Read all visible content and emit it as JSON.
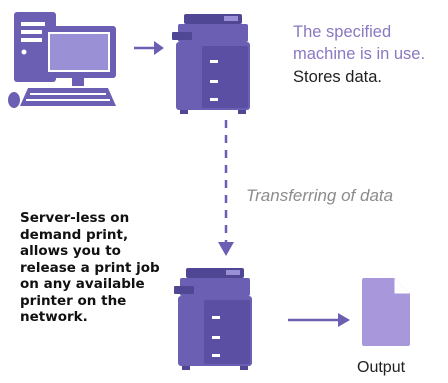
{
  "top_machine": {
    "status_text": "The specified machine is in use.",
    "storage_text": "Stores data."
  },
  "transfer": {
    "label": "Transferring of data"
  },
  "description": {
    "text": "Server-less on demand print, allows you to release a print job on any available printer on the network."
  },
  "output": {
    "label": "Output"
  },
  "colors": {
    "icon_main": "#6b5fb3",
    "icon_dark": "#4f4694",
    "icon_light": "#9a90d6",
    "document": "#a898db",
    "accent_text": "#8a78c2"
  }
}
